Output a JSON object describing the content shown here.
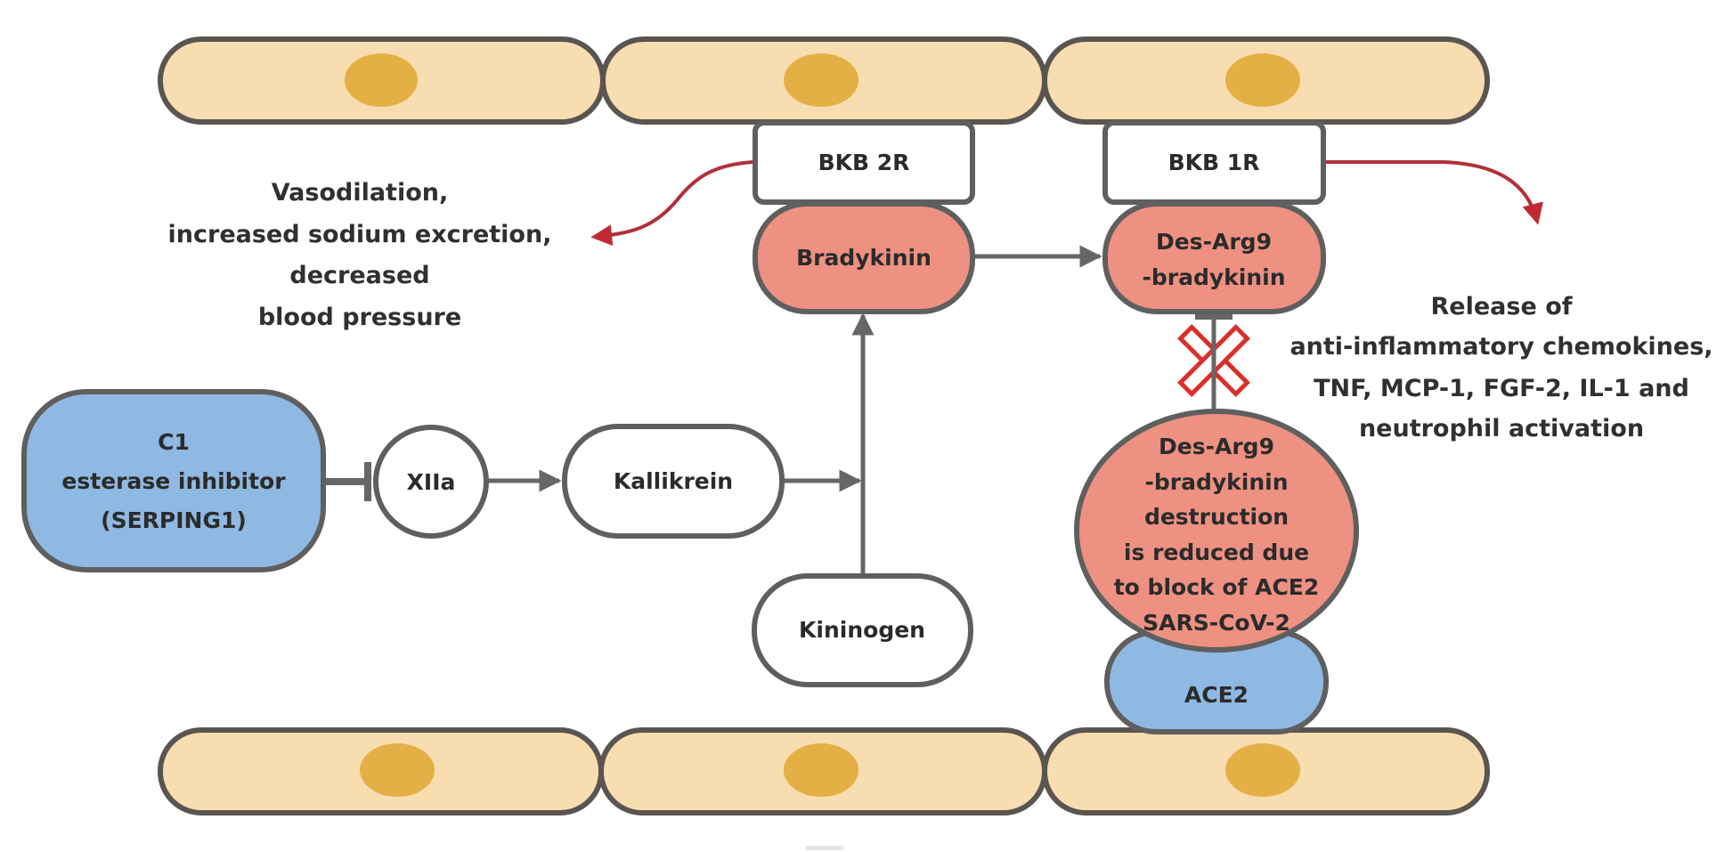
{
  "colors": {
    "cell_fill": "#F8DDB0",
    "cell_border": "#5A5550",
    "nucleus": "#E4AF44",
    "receptor_fill": "#FFFFFF",
    "ligand_fill": "#EE9182",
    "enzyme_fill": "#8FB8E2",
    "neutral_fill": "#FFFFFF",
    "connector": "#666666",
    "effect_arrow": "#B0303A",
    "block_mark": "#D9302A",
    "text": "#2B2B2B"
  },
  "cells": {
    "top": [
      "endothelial-cell",
      "endothelial-cell",
      "endothelial-cell"
    ],
    "bottom": [
      "endothelial-cell",
      "endothelial-cell",
      "endothelial-cell"
    ]
  },
  "nodes": {
    "c1_inhibitor": {
      "lines": [
        "C1",
        "esterase inhibitor",
        "(SERPING1)"
      ]
    },
    "xiia": {
      "label": "XIIa"
    },
    "kallikrein": {
      "label": "Kallikrein"
    },
    "kininogen": {
      "label": "Kininogen"
    },
    "bkb2r": {
      "label": "BKB 2R"
    },
    "bradykinin": {
      "label": "Bradykinin"
    },
    "bkb1r": {
      "label": "BKB 1R"
    },
    "des_arg9": {
      "lines": [
        "Des-Arg9",
        "-bradykinin"
      ]
    },
    "destruction": {
      "lines": [
        "Des-Arg9",
        "-bradykinin",
        "destruction",
        "is reduced due",
        "to block of ACE2",
        "SARS-CoV-2"
      ]
    },
    "ace2": {
      "label": "ACE2"
    }
  },
  "annotations": {
    "left_effect": {
      "lines": [
        "Vasodilation,",
        "increased sodium excretion,",
        "decreased",
        "blood pressure"
      ]
    },
    "right_effect": {
      "lines": [
        "Release of",
        "anti-inflammatory chemokines,",
        "TNF, MCP-1, FGF-2, IL-1 and",
        "neutrophil activation"
      ]
    }
  },
  "edges": [
    {
      "from": "c1_inhibitor",
      "to": "xiia",
      "type": "inhibition"
    },
    {
      "from": "xiia",
      "to": "kallikrein",
      "type": "activation"
    },
    {
      "from": "kallikrein",
      "to": "kininogen-bradykinin-path",
      "type": "activation"
    },
    {
      "from": "kininogen",
      "to": "bradykinin",
      "type": "conversion"
    },
    {
      "from": "bradykinin",
      "to": "des_arg9",
      "type": "conversion"
    },
    {
      "from": "bkb2r",
      "to": "left_effect",
      "type": "effect"
    },
    {
      "from": "bkb1r",
      "to": "right_effect",
      "type": "effect"
    },
    {
      "from": "destruction",
      "to": "des_arg9",
      "type": "blocked-inhibition"
    }
  ]
}
